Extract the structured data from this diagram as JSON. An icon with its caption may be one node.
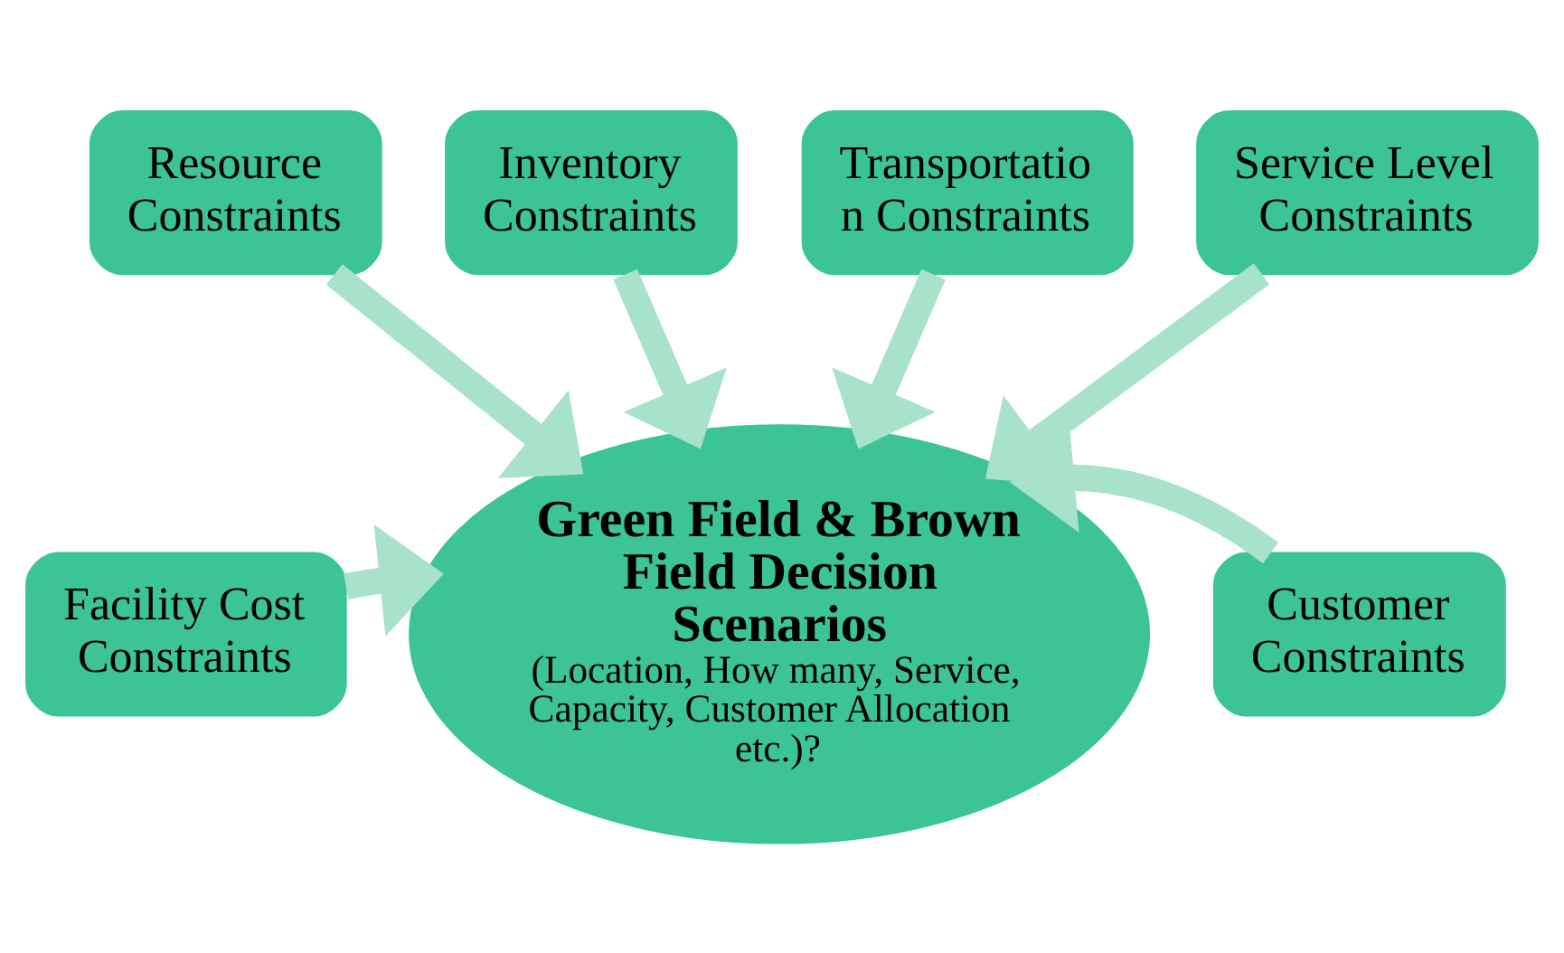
{
  "diagram": {
    "nodes": [
      {
        "text": [
          "Inventory Constraints"
        ]
      },
      {
        "text": [
          "Transportatio n Constraints"
        ]
      },
      {
        "text": [
          "Resource Constraints"
        ]
      },
      {
        "text": [
          "Service Level Constraints"
        ]
      },
      {
        "text": [
          "Facility Cost Constraints"
        ]
      },
      {
        "text": [
          "Green Field & Brown Field Decision Scenarios",
          "(Location, How many, Service, Capacity, Customer Allocation  etc.)?"
        ]
      },
      {
        "text": [
          "Customer Constraints"
        ]
      }
    ],
    "edges": [
      {
        "from": 0,
        "to": 5,
        "arrow": "to"
      },
      {
        "from": 1,
        "to": 5,
        "arrow": "to"
      },
      {
        "from": 2,
        "to": 5,
        "arrow": "to"
      },
      {
        "from": 3,
        "to": 5,
        "arrow": "to"
      },
      {
        "from": 4,
        "to": 5,
        "arrow": "to"
      },
      {
        "from": 6,
        "to": 5,
        "arrow": "to"
      }
    ]
  }
}
